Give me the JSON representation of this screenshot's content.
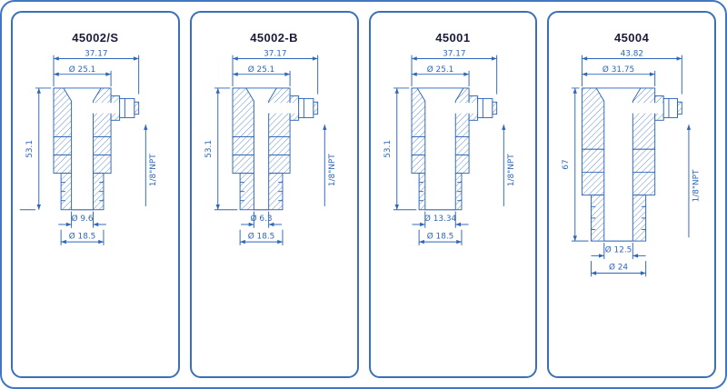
{
  "page": {
    "colors": {
      "line": "#2e66b8",
      "hatch": "#5d89cd",
      "panel_border": "#3a6fba",
      "title": "#1b1b3a"
    }
  },
  "panels": [
    {
      "title": "45002/S",
      "dims": {
        "top_width": "37.17",
        "outer_dia": "Ø 25.1",
        "height": "53.1",
        "bore_dia": "Ø 9.6",
        "base_dia": "Ø 18.5",
        "thread": "1/8\"NPT"
      }
    },
    {
      "title": "45002-B",
      "dims": {
        "top_width": "37.17",
        "outer_dia": "Ø 25.1",
        "height": "53.1",
        "bore_dia": "Ø 6.3",
        "base_dia": "Ø 18.5",
        "thread": "1/8\"NPT"
      }
    },
    {
      "title": "45001",
      "dims": {
        "top_width": "37.17",
        "outer_dia": "Ø 25.1",
        "height": "53.1",
        "bore_dia": "Ø 13.34",
        "base_dia": "Ø 18.5",
        "thread": "1/8\"NPT"
      }
    },
    {
      "title": "45004",
      "dims": {
        "top_width": "43.82",
        "outer_dia": "Ø 31.75",
        "height": "67",
        "bore_dia": "Ø 12.5",
        "base_dia": "Ø 24",
        "thread": "1/8\"NPT"
      }
    }
  ]
}
